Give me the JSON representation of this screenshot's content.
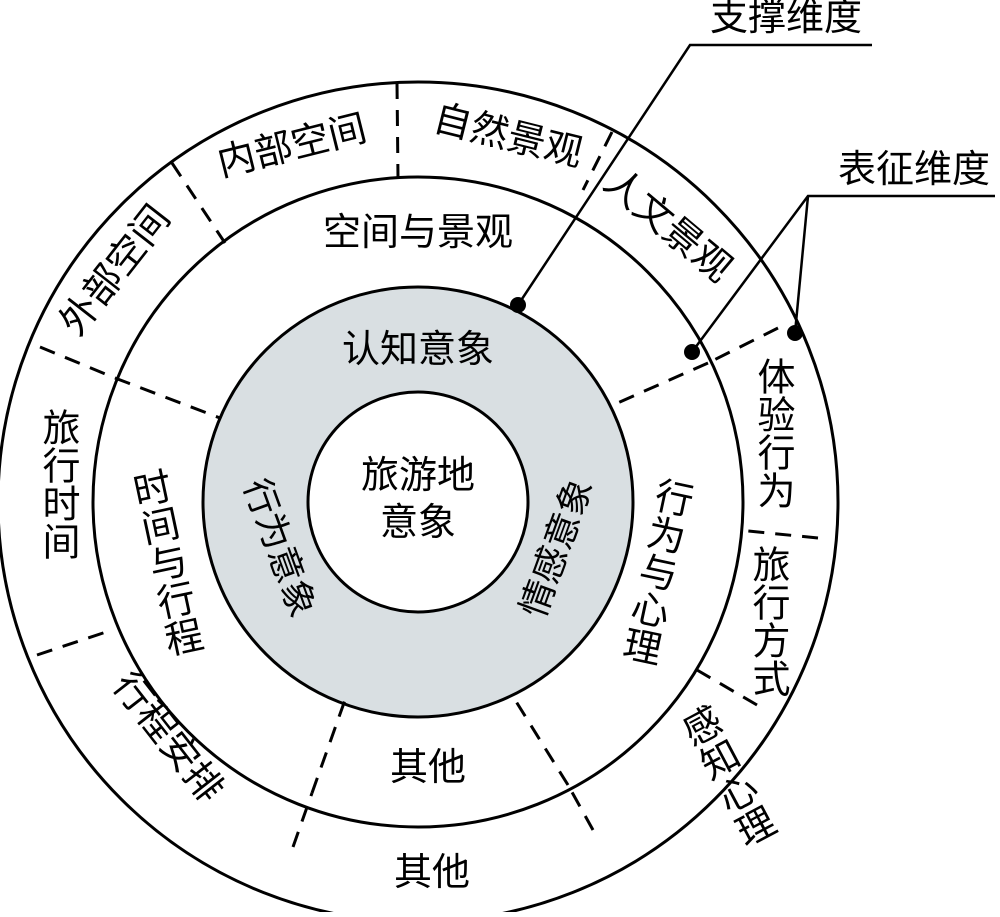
{
  "center": {
    "line1": "旅游地",
    "line2": "意象"
  },
  "cognitive_ring": {
    "top": "认知意象",
    "left": "行为意象",
    "right": "情感意象",
    "fill_color": "#d9dfe2"
  },
  "middle_ring": {
    "space_landscape": "空间与景观",
    "time_itinerary": "时间与行程",
    "behavior_psychology": "行为与心理",
    "other": "其他"
  },
  "outer_ring": {
    "internal_space": "内部空间",
    "natural_landscape": "自然景观",
    "cultural_landscape": "人文景观",
    "external_space": "外部空间",
    "travel_time": "旅行时间",
    "itinerary_arrangement": "行程安排",
    "experience_behavior": "体验行为",
    "travel_mode": "旅行方式",
    "perceived_psychology": "感知心理",
    "other": "其他"
  },
  "callouts": {
    "support_dimension": "支撑维度",
    "representation_dimension": "表征维度"
  }
}
